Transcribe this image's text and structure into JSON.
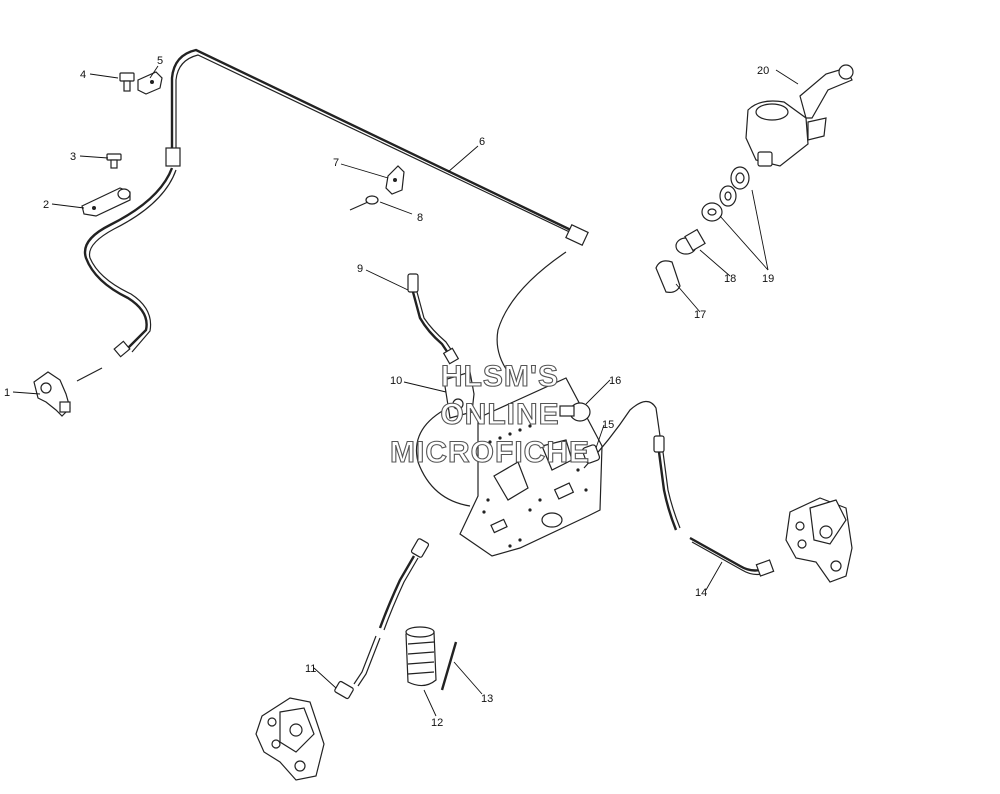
{
  "callouts": [
    "1",
    "2",
    "3",
    "4",
    "5",
    "6",
    "7",
    "8",
    "9",
    "10",
    "11",
    "12",
    "13",
    "14",
    "15",
    "16",
    "17",
    "18",
    "19",
    "20"
  ],
  "watermark": [
    "HLSM'S",
    "ONLINE",
    "MICROFICHE"
  ]
}
